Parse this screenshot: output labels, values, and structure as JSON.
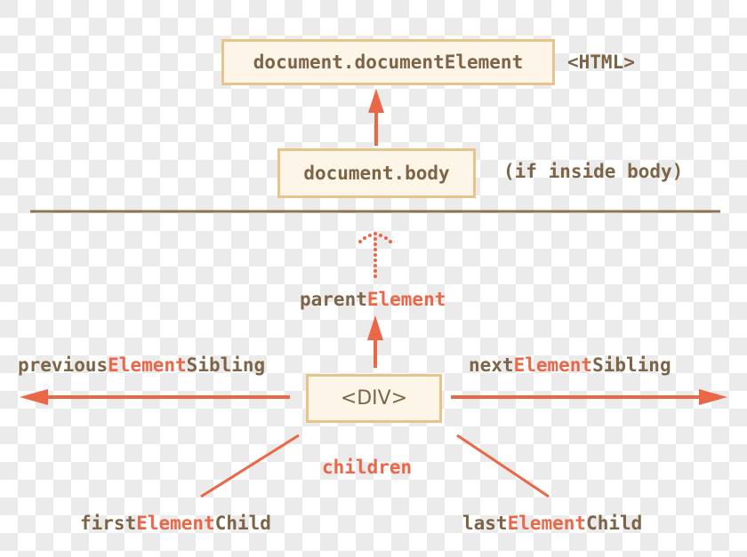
{
  "colors": {
    "text": "#7d6447",
    "accent": "#ea6748",
    "box_fill": "#fdf6e8",
    "box_border": "#e8c48d",
    "divider": "#8b7355"
  },
  "nodes": {
    "document_element": {
      "label": "document.documentElement",
      "note": "<HTML>"
    },
    "document_body": {
      "label": "document.body",
      "note": "(if inside body)"
    },
    "div": {
      "label": "<DIV>"
    }
  },
  "edges": {
    "parent": {
      "prefix": "parent",
      "highlight": "Element",
      "suffix": ""
    },
    "previous_sibling": {
      "prefix": "previous",
      "highlight": "Element",
      "suffix": "Sibling"
    },
    "next_sibling": {
      "prefix": "next",
      "highlight": "Element",
      "suffix": "Sibling"
    },
    "children": {
      "label": "children"
    },
    "first_child": {
      "prefix": "first",
      "highlight": "Element",
      "suffix": "Child"
    },
    "last_child": {
      "prefix": "last",
      "highlight": "Element",
      "suffix": "Child"
    }
  }
}
